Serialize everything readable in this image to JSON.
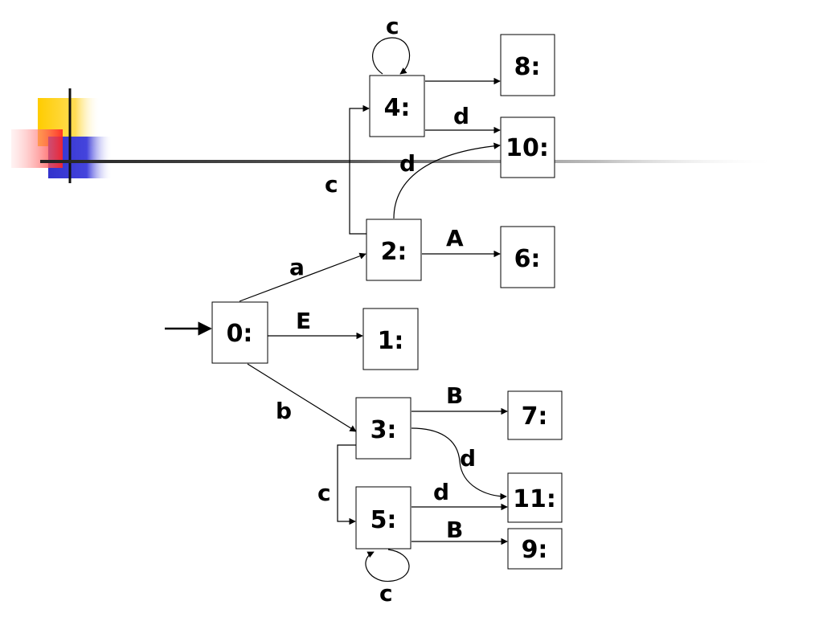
{
  "colors": {
    "background": "#ffffff",
    "ink": "#000000",
    "deco_yellow": "#ffcc00",
    "deco_red": "#ff3333",
    "deco_blue": "#3333cc"
  },
  "diagram": {
    "nodes": [
      {
        "id": "n0",
        "label": "0:"
      },
      {
        "id": "n1",
        "label": "1:"
      },
      {
        "id": "n2",
        "label": "2:"
      },
      {
        "id": "n3",
        "label": "3:"
      },
      {
        "id": "n4",
        "label": "4:"
      },
      {
        "id": "n5",
        "label": "5:"
      },
      {
        "id": "n6",
        "label": "6:"
      },
      {
        "id": "n7",
        "label": "7:"
      },
      {
        "id": "n8",
        "label": "8:"
      },
      {
        "id": "n9",
        "label": "9:"
      },
      {
        "id": "n10",
        "label": "10:"
      },
      {
        "id": "n11",
        "label": "11:"
      }
    ],
    "edges": [
      {
        "id": "e_start",
        "from": "",
        "to": "0:",
        "label": ""
      },
      {
        "id": "e_0_2",
        "from": "0:",
        "to": "2:",
        "label": "a"
      },
      {
        "id": "e_0_1",
        "from": "0:",
        "to": "1:",
        "label": "E"
      },
      {
        "id": "e_0_3",
        "from": "0:",
        "to": "3:",
        "label": "b"
      },
      {
        "id": "e_2_4",
        "from": "2:",
        "to": "4:",
        "label": "c"
      },
      {
        "id": "e_2_10",
        "from": "2:",
        "to": "10:",
        "label": "d"
      },
      {
        "id": "e_2_6",
        "from": "2:",
        "to": "6:",
        "label": "A"
      },
      {
        "id": "e_4_4",
        "from": "4:",
        "to": "4:",
        "label": "c"
      },
      {
        "id": "e_4_8",
        "from": "4:",
        "to": "8:",
        "label": ""
      },
      {
        "id": "e_4_10",
        "from": "4:",
        "to": "10:",
        "label": "d"
      },
      {
        "id": "e_3_7",
        "from": "3:",
        "to": "7:",
        "label": "B"
      },
      {
        "id": "e_3_11",
        "from": "3:",
        "to": "11:",
        "label": "d"
      },
      {
        "id": "e_3_5",
        "from": "3:",
        "to": "5:",
        "label": "c"
      },
      {
        "id": "e_5_11",
        "from": "5:",
        "to": "11:",
        "label": "d"
      },
      {
        "id": "e_5_9",
        "from": "5:",
        "to": "9:",
        "label": "B"
      },
      {
        "id": "e_5_5",
        "from": "5:",
        "to": "5:",
        "label": "c"
      }
    ]
  }
}
